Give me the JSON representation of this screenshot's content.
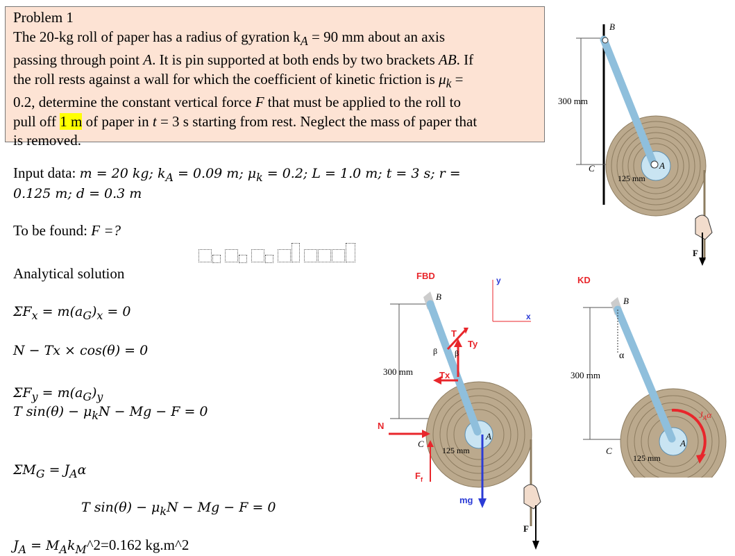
{
  "problem": {
    "title": "Problem 1",
    "lines": [
      "The 20-kg roll of paper has a radius of gyration k",
      "= 90 mm about an axis",
      "passing through point",
      ". It is pin supported at both ends by two brackets",
      ". If",
      "the roll rests against a wall for which the coefficient of kinetic friction is",
      "=",
      "0.2, determine the constant vertical force",
      "that must be applied to the roll to",
      "pull off",
      "1 m",
      "of paper in",
      "= 3 s starting from rest. Neglect the mass of paper that",
      "is removed."
    ],
    "sym_A": "A",
    "sym_AB": "AB",
    "sym_mu": "μ",
    "sym_k": "k",
    "sym_F": "F",
    "sym_t": "t"
  },
  "input": {
    "label": "Input data:",
    "line1": "m = 20 kg; k",
    "line1b": " = 0.09 m; μ",
    "line1c": " = 0.2; L = 1.0 m; t = 3 s; r =",
    "sub_A": "A",
    "sub_k": "k",
    "line2": "0.125 m; d = 0.3 m"
  },
  "to_find": {
    "label": "To be found:",
    "expr": "F =?"
  },
  "analytical": {
    "heading": "Analytical solution"
  },
  "equations": {
    "eq1": "ΣF",
    "eq1_sub": "x",
    "eq1_rest": " = m(a",
    "eq1_G": "G",
    "eq1_end": ")",
    "eq1_x": "x",
    "eq1_zero": " = 0",
    "eq2": "N − Tx × cos(θ) = 0",
    "eq3": "ΣF",
    "eq3_sub": "y",
    "eq3_rest": " = m(a",
    "eq3_G": "G",
    "eq3_end": ")",
    "eq3_y": "y",
    "eq4": "T sin(θ) − μ",
    "eq4_k": "k",
    "eq4_rest": "N − Mg − F = 0",
    "eq5": "ΣM",
    "eq5_G": "G",
    "eq5_rest": " = J",
    "eq5_A": "A",
    "eq5_alpha": "α",
    "eq6": "T sin(θ) − μ",
    "eq6_k": "k",
    "eq6_rest": "N − Mg − F = 0",
    "eq7": "J",
    "eq7_A": "A",
    "eq7_mid": " = M",
    "eq7_A2": "A",
    "eq7_k": "k",
    "eq7_M": "M",
    "eq7_rest": "^2=0.162 kg.m^2"
  },
  "figure_top": {
    "B": "B",
    "C": "C",
    "A": "A",
    "d": "300 mm",
    "r": "125 mm",
    "F": "F"
  },
  "fbd": {
    "title": "FBD",
    "y": "y",
    "x": "x",
    "B": "B",
    "T": "T",
    "Ty": "Ty",
    "Tx": "Tx",
    "beta": "β",
    "N": "N",
    "C": "C",
    "A": "A",
    "Ff": "F",
    "Ff_sub": "f",
    "d": "300 mm",
    "r": "125 mm",
    "mg": "mg",
    "F": "F"
  },
  "kd": {
    "title": "KD",
    "B": "B",
    "alpha": "α",
    "d": "300 mm",
    "C": "C",
    "A": "A",
    "r": "125 mm",
    "Ja": "J",
    "Ja_sub": "A",
    "Ja_alpha": "α"
  },
  "colors": {
    "box_bg": "#fde3d4",
    "highlight": "#ffff00",
    "red": "#e8262b",
    "blue": "#2b3bd6",
    "rod": "#8fbfdc",
    "roll": "#bba98d"
  }
}
